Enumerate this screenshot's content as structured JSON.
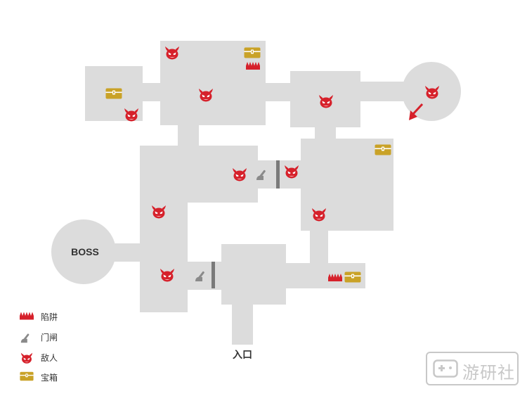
{
  "colors": {
    "room": "#dcdcdc",
    "enemy": "#d6212b",
    "trap": "#d6212b",
    "chest": "#c9a227",
    "lever": "#8a8a8a",
    "gate": "#7a7a7a",
    "arrow": "#d6212b"
  },
  "map": {
    "boss_label": "BOSS",
    "entrance_label": "入口"
  },
  "icons": {
    "trap": "trap-icon",
    "lever": "lever-icon",
    "enemy": "enemy-devil-icon",
    "chest": "treasure-chest-icon"
  },
  "legend": [
    {
      "icon": "trap-icon",
      "label": "陷阱"
    },
    {
      "icon": "lever-icon",
      "label": "门闸"
    },
    {
      "icon": "enemy-devil-icon",
      "label": "敌人"
    },
    {
      "icon": "treasure-chest-icon",
      "label": "宝箱"
    }
  ],
  "watermark": {
    "text": "游研社",
    "icon": "gamepad-logo-icon"
  }
}
